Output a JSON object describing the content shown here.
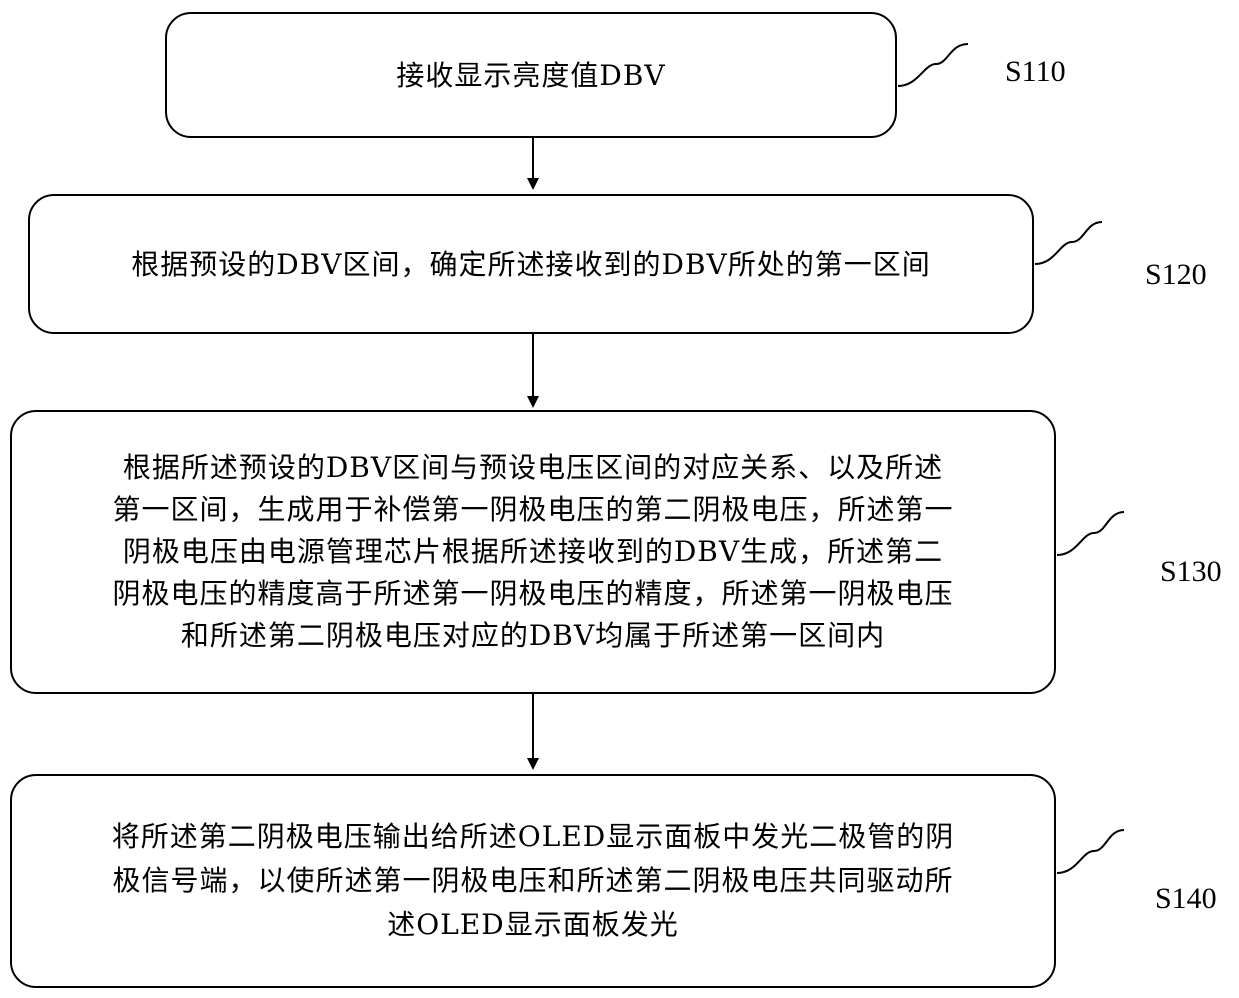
{
  "steps": [
    {
      "id": "S110",
      "text": "接收显示亮度值DBV"
    },
    {
      "id": "S120",
      "text": "根据预设的DBV区间，确定所述接收到的DBV所处的第一区间"
    },
    {
      "id": "S130",
      "lines": [
        "根据所述预设的DBV区间与预设电压区间的对应关系、以及所述",
        "第一区间，生成用于补偿第一阴极电压的第二阴极电压，所述第一",
        "阴极电压由电源管理芯片根据所述接收到的DBV生成，所述第二",
        "阴极电压的精度高于所述第一阴极电压的精度，所述第一阴极电压",
        "和所述第二阴极电压对应的DBV均属于所述第一区间内"
      ]
    },
    {
      "id": "S140",
      "lines": [
        "将所述第二阴极电压输出给所述OLED显示面板中发光二极管的阴",
        "极信号端，以使所述第一阴极电压和所述第二阴极电压共同驱动所",
        "述OLED显示面板发光"
      ]
    }
  ]
}
